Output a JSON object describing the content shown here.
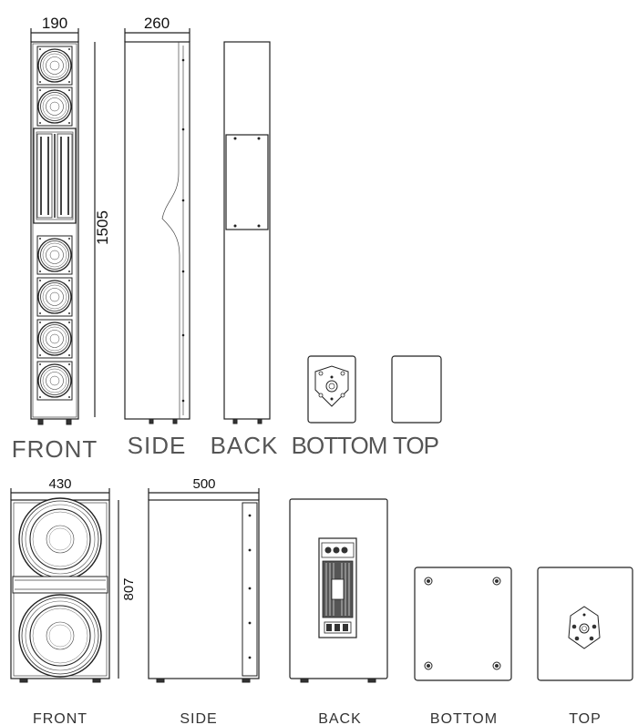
{
  "top_row": {
    "dims": {
      "width": "190",
      "depth": "260",
      "height": "1505"
    },
    "views": {
      "front": "FRONT",
      "side": "SIDE",
      "back": "BACK",
      "bottom": "BOTTOM",
      "top": "TOP"
    }
  },
  "bottom_row": {
    "dims": {
      "width": "430",
      "depth": "500",
      "height": "807"
    },
    "views": {
      "front": "FRONT",
      "side": "SIDE",
      "back": "BACK",
      "bottom": "BOTTOM",
      "top": "TOP"
    }
  }
}
